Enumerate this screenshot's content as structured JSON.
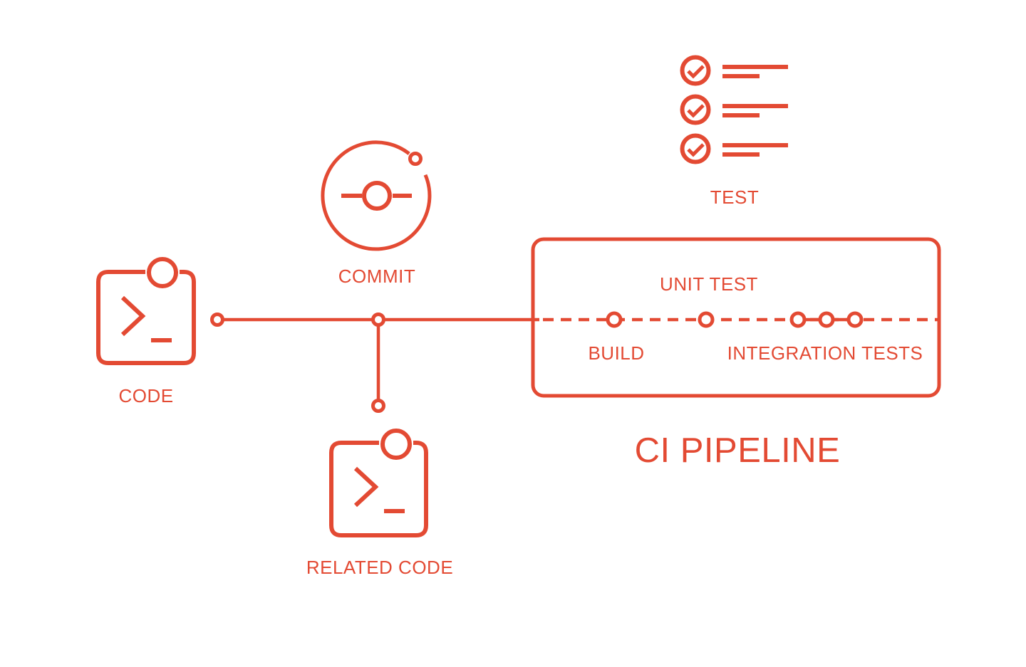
{
  "diagram": {
    "background": "#ffffff",
    "accent_color": "#e34a33",
    "nodes": {
      "code": {
        "label": "CODE",
        "icon": "terminal-window-icon"
      },
      "commit": {
        "label": "COMMIT",
        "icon": "git-commit-icon"
      },
      "related_code": {
        "label": "RELATED CODE",
        "icon": "terminal-window-icon"
      },
      "test": {
        "label": "TEST",
        "icon": "checklist-icon"
      }
    },
    "pipeline": {
      "title": "CI PIPELINE",
      "stages": {
        "build": "BUILD",
        "unit_test": "UNIT TEST",
        "integration_tests": "INTEGRATION TESTS"
      }
    }
  }
}
